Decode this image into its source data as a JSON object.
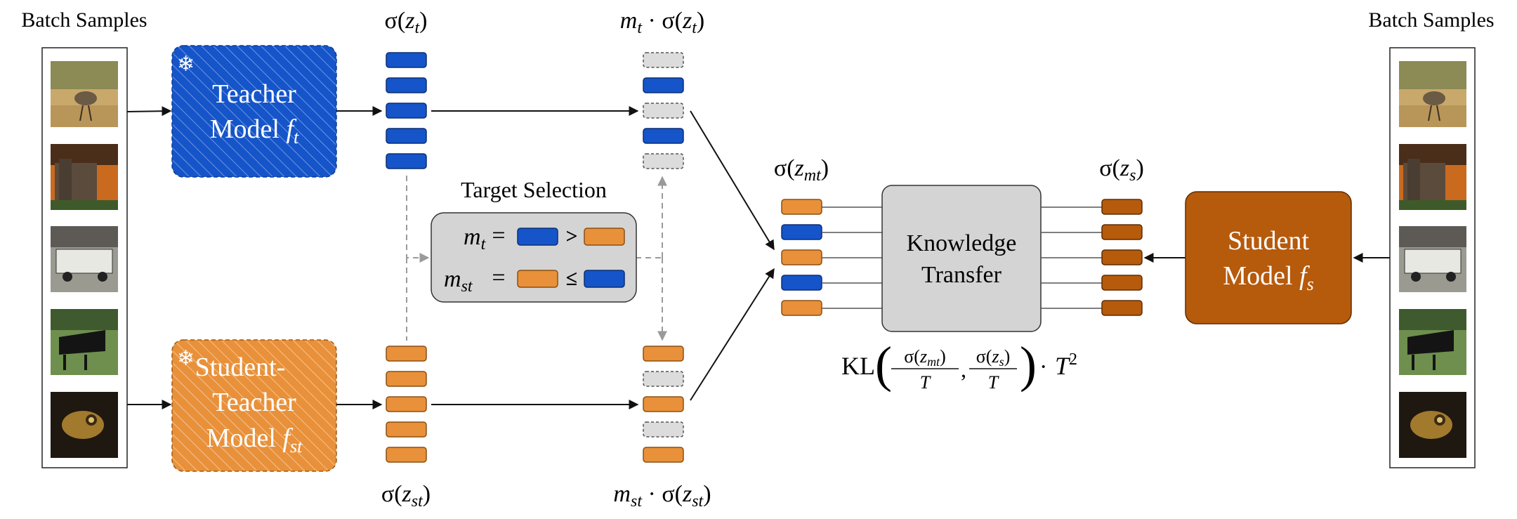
{
  "batch_left": {
    "title": "Batch Samples"
  },
  "batch_right": {
    "title": "Batch Samples"
  },
  "teacher": {
    "line1": "Teacher",
    "line2": "Model ",
    "f": "f",
    "sub": "t",
    "frozen_icon": "snowflake-icon"
  },
  "student_teacher": {
    "line1": "Student-",
    "line2": "Teacher",
    "line3": "Model ",
    "f": "f",
    "sub": "st",
    "frozen_icon": "snowflake-icon"
  },
  "student": {
    "line1": "Student",
    "line2": "Model ",
    "f": "f",
    "sub": "s"
  },
  "labels": {
    "sigma_zt": {
      "pre": "σ(",
      "var": "z",
      "sub": "t",
      "post": ")"
    },
    "mt_sigma_zt": {
      "m": "m",
      "msub": "t",
      "mid": " · σ(",
      "var": "z",
      "sub": "t",
      "post": ")"
    },
    "sigma_zst": {
      "pre": "σ(",
      "var": "z",
      "sub": "st",
      "post": ")"
    },
    "mst_sigma_zst": {
      "m": "m",
      "msub": "st",
      "mid": " · σ(",
      "var": "z",
      "sub": "st",
      "post": ")"
    },
    "sigma_zmt": {
      "pre": "σ(",
      "var": "z",
      "sub": "mt",
      "post": ")"
    },
    "sigma_zs": {
      "pre": "σ(",
      "var": "z",
      "sub": "s",
      "post": ")"
    }
  },
  "target_selection": {
    "title": "Target Selection",
    "row1": {
      "m": "m",
      "sub": "t",
      "eq": "=",
      "op": ">"
    },
    "row2": {
      "m": "m",
      "sub": "st",
      "eq": "=",
      "op": "≤"
    }
  },
  "knowledge_transfer": {
    "line1": "Knowledge",
    "line2": "Transfer"
  },
  "loss": {
    "kl": "KL",
    "num1_pre": "σ(",
    "num1_var": "z",
    "num1_sub": "mt",
    "num1_post": ")",
    "den": "T",
    "comma": ",",
    "num2_pre": "σ(",
    "num2_var": "z",
    "num2_sub": "s",
    "num2_post": ")",
    "dot": "·",
    "t": "T",
    "exp": "2"
  },
  "colors": {
    "teacher_blue": "#1555c9",
    "student_teacher_orange": "#e8913a",
    "student_brown": "#b65a0c",
    "grey_box": "#d4d4d4",
    "empty_slot": "#dcdcdc"
  },
  "images": [
    "grassland-bird-photo",
    "stone-castle-photo",
    "school-bus-photo",
    "grand-piano-photo",
    "tree-frog-photo"
  ]
}
